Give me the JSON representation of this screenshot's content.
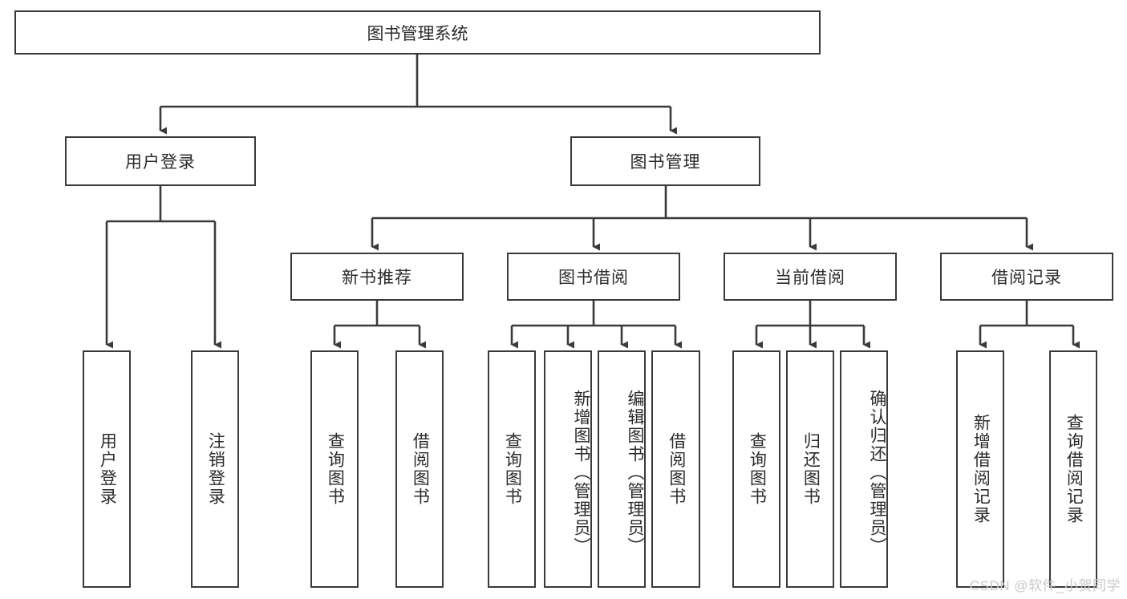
{
  "diagram": {
    "type": "tree-hierarchy",
    "title": "图书管理系统",
    "root": {
      "label": "图书管理系统"
    },
    "level2": [
      {
        "label": "用户登录"
      },
      {
        "label": "图书管理"
      }
    ],
    "level3": [
      {
        "label": "新书推荐"
      },
      {
        "label": "图书借阅"
      },
      {
        "label": "当前借阅"
      },
      {
        "label": "借阅记录"
      }
    ],
    "leaves": {
      "user_login": [
        {
          "label": "用户登录"
        },
        {
          "label": "注销登录"
        }
      ],
      "new_book_recommend": [
        {
          "label": "查询图书"
        },
        {
          "label": "借阅图书"
        }
      ],
      "book_borrow": [
        {
          "label": "查询图书"
        },
        {
          "label": "新增图书（管理员）"
        },
        {
          "label": "编辑图书（管理员）"
        },
        {
          "label": "借阅图书"
        }
      ],
      "current_borrow": [
        {
          "label": "查询图书"
        },
        {
          "label": "归还图书"
        },
        {
          "label": "确认归还（管理员）"
        }
      ],
      "borrow_records": [
        {
          "label": "新增借阅记录"
        },
        {
          "label": "查询借阅记录"
        }
      ]
    }
  },
  "watermark": {
    "text": "CSDN @软件_小贺同学"
  },
  "colors": {
    "stroke": "#3a3a3a",
    "fill": "#ffffff",
    "text": "#2b2b2b",
    "watermark": "#c9c9c9"
  }
}
